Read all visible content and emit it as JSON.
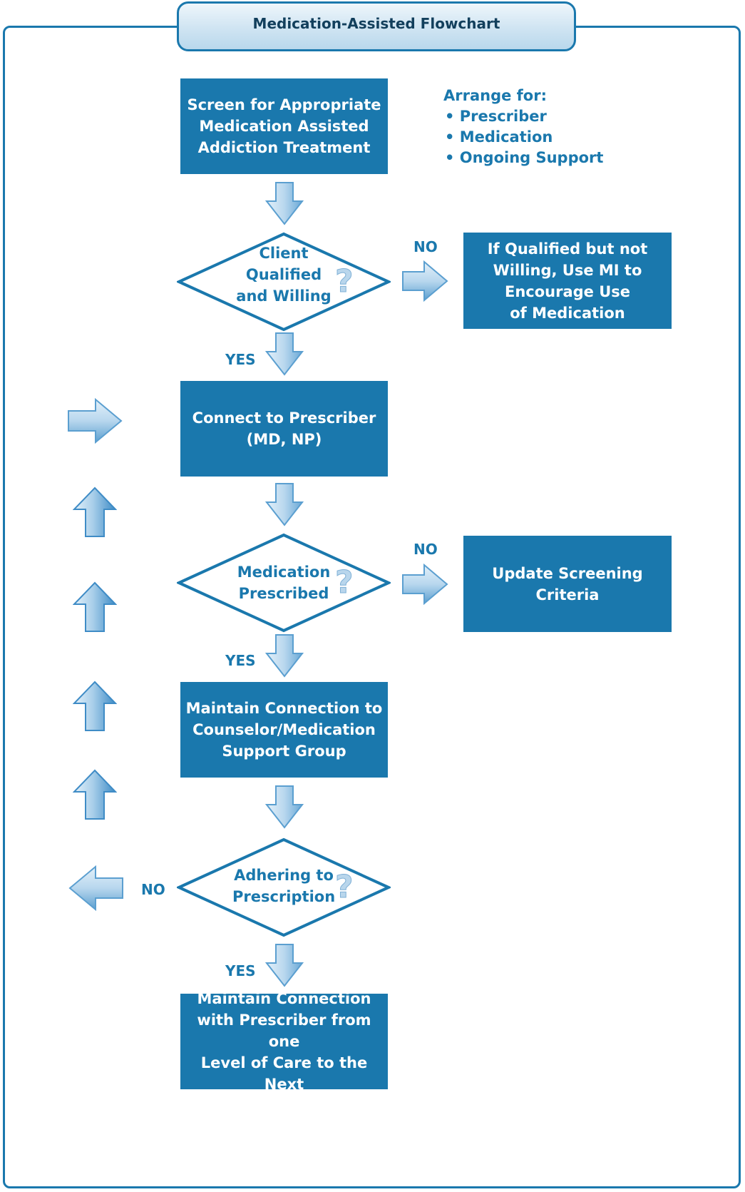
{
  "title": "Medication-Assisted Flowchart",
  "arrange": {
    "heading": "Arrange for:",
    "items": [
      "• Prescriber",
      "• Medication",
      "• Ongoing Support"
    ]
  },
  "boxes": {
    "screen": [
      "Screen for Appropriate",
      "Medication Assisted",
      "Addiction Treatment"
    ],
    "qualified_not_willing": [
      "If Qualified but not",
      "Willing, Use MI to",
      "Encourage Use",
      "of Medication"
    ],
    "connect": [
      "Connect to Prescriber",
      "(MD, NP)"
    ],
    "update": [
      "Update Screening",
      "Criteria"
    ],
    "maintain_counselor": [
      "Maintain Connection to",
      "Counselor/Medication",
      "Support Group"
    ],
    "maintain_prescriber": [
      "Maintain Connection",
      "with Prescriber from one",
      "Level of Care to the Next"
    ]
  },
  "decisions": {
    "qualified": [
      "Client",
      "Qualified",
      "and Willing"
    ],
    "prescribed": [
      "Medication",
      "Prescribed"
    ],
    "adhering": [
      "Adhering to",
      "Prescription"
    ],
    "question_mark": "?"
  },
  "labels": {
    "no": "NO",
    "yes": "YES"
  },
  "colors": {
    "primary": "#1a78ad",
    "arrow_light": "#d7e9f6",
    "arrow_dark": "#5b9fd0",
    "question": "#b9d6ec"
  }
}
